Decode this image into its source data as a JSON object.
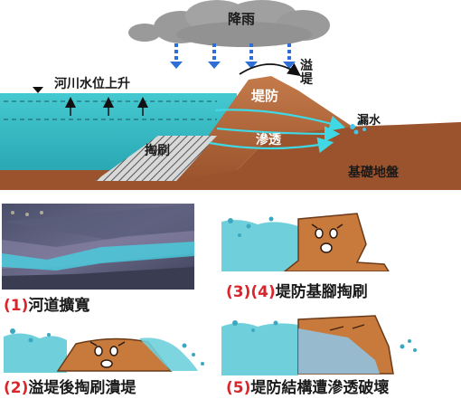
{
  "main_diagram": {
    "rain_label": "降雨",
    "overtop_label": "溢堤",
    "river_level_label": "河川水位上升",
    "levee_label": "堤防",
    "seepage_label": "滲透",
    "scour_label": "掏刷",
    "leak_label": "漏水",
    "foundation_label": "基礎地盤"
  },
  "panels": [
    {
      "num": "(1)",
      "text": "河道擴寬"
    },
    {
      "num": "(2)",
      "text": "溢堤後掏刷潰堤"
    },
    {
      "num": "(3)(4)",
      "text": "堤防基腳掏刷"
    },
    {
      "num": "(5)",
      "text": "堤防結構遭滲透破壞"
    }
  ],
  "colors": {
    "water": "#3cc0c8",
    "water_light": "#7fd8e0",
    "soil": "#b8663a",
    "soil_dark": "#8c4a26",
    "cloud": "#9a9a9a",
    "rain_arrow": "#2d6fd6",
    "number_red": "#d9262c"
  }
}
